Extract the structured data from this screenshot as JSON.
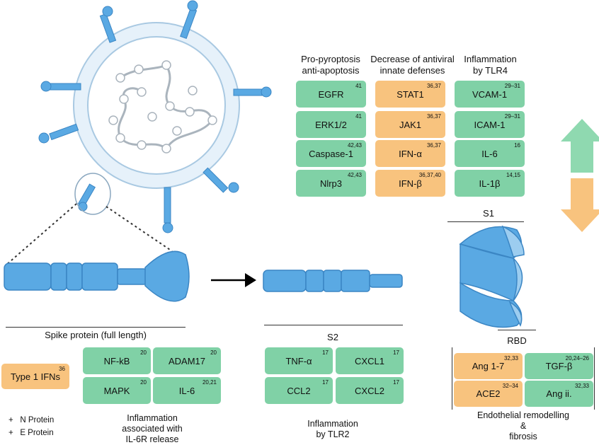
{
  "columns": [
    {
      "header_line1": "Pro-pyroptosis",
      "header_line2": "anti-apoptosis"
    },
    {
      "header_line1": "Decrease of antiviral",
      "header_line2": "innate defenses"
    },
    {
      "header_line1": "Inflammation",
      "header_line2": "by TLR4"
    }
  ],
  "col1": [
    {
      "label": "EGFR",
      "ref": "41"
    },
    {
      "label": "ERK1/2",
      "ref": "41"
    },
    {
      "label": "Caspase-1",
      "ref": "42,43"
    },
    {
      "label": "Nlrp3",
      "ref": "42,43"
    }
  ],
  "col2": [
    {
      "label": "STAT1",
      "ref": "36,37"
    },
    {
      "label": "JAK1",
      "ref": "36,37"
    },
    {
      "label": "IFN-α",
      "ref": "36,37"
    },
    {
      "label": "IFN-β",
      "ref": "36,37,40"
    }
  ],
  "col3": [
    {
      "label": "VCAM-1",
      "ref": "29–31"
    },
    {
      "label": "ICAM-1",
      "ref": "29–31"
    },
    {
      "label": "IL-6",
      "ref": "16"
    },
    {
      "label": "IL-1β",
      "ref": "14,15"
    }
  ],
  "s1_label": "S1",
  "rbd_label": "RBD",
  "s2_label": "S2",
  "spike_label": "Spike protein (full length)",
  "type1": {
    "label": "Type 1 IFNs",
    "ref": "36"
  },
  "il6r": [
    {
      "label": "NF-kB",
      "ref": "20"
    },
    {
      "label": "ADAM17",
      "ref": "20"
    },
    {
      "label": "MAPK",
      "ref": "20"
    },
    {
      "label": "IL-6",
      "ref": "20,21"
    }
  ],
  "il6r_caption": [
    "Inflammation",
    "associated with",
    "IL-6R release"
  ],
  "tlr2": [
    {
      "label": "TNF-α",
      "ref": "17"
    },
    {
      "label": "CXCL1",
      "ref": "17"
    },
    {
      "label": "CCL2",
      "ref": "17"
    },
    {
      "label": "CXCL2",
      "ref": "17"
    }
  ],
  "tlr2_caption": [
    "Inflammation",
    "by TLR2"
  ],
  "endo": [
    {
      "label": "Ang 1-7",
      "ref": "32,33"
    },
    {
      "label": "TGF-β",
      "ref": "20,24–26"
    },
    {
      "label": "ACE2",
      "ref": "32–34"
    },
    {
      "label": "Ang ii.",
      "ref": "32,33"
    }
  ],
  "endo_caption": [
    "Endothelial remodelling",
    "&",
    "fibrosis"
  ],
  "legend": [
    {
      "sym": "+",
      "text": "N Protein"
    },
    {
      "sym": "+",
      "text": "E Protein"
    }
  ],
  "colors": {
    "green": "#80d1a6",
    "orange": "#f8c37e",
    "spike_blue": "#5aa9e3",
    "membrane": "#e6f1fa"
  }
}
